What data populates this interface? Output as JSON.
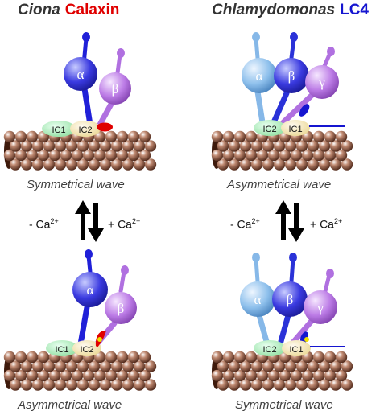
{
  "panels": [
    {
      "species": "Ciona",
      "protein": "Calaxin",
      "protein_color": "#e00000",
      "top_wave": "Symmetrical wave",
      "bottom_wave": "Asymmetrical wave",
      "heavy_chains": [
        "α",
        "β"
      ],
      "ic_labels": [
        "IC1",
        "IC2"
      ]
    },
    {
      "species": "Chlamydomonas",
      "protein": "LC4",
      "protein_color": "#1515d0",
      "top_wave": "Asymmetrical wave",
      "bottom_wave": "Symmetrical wave",
      "heavy_chains": [
        "α",
        "β",
        "γ"
      ],
      "ic_labels": [
        "IC2",
        "IC1"
      ]
    }
  ],
  "transition": {
    "left_label": "- Ca",
    "right_label": "+ Ca",
    "superscript": "2+"
  },
  "colors": {
    "alpha_dark": "#2020d8",
    "alpha_light": "#86b8e8",
    "beta_blue": "#2a32d8",
    "beta_violet": "#b070e0",
    "gamma": "#b070e0",
    "ic1": "#a8ecb0",
    "ic2": "#f4e4a0",
    "microtubule": "#7a4632",
    "calaxin": "#e00000",
    "lc4": "#1515d0",
    "ca_ion": "#f0e000"
  }
}
